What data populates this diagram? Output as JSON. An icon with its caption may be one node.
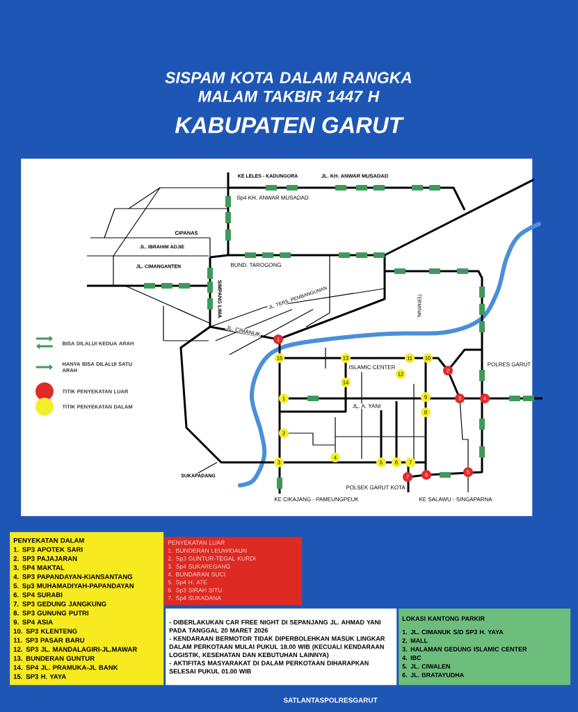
{
  "diagram": {
    "title": "SISPAM KOTA DALAM RANGKA MALAM TAKBIR 1447 H",
    "nodes": [
      {
        "text": [],
        "shape": "box"
      },
      {
        "text": [
          "1"
        ],
        "in": 0
      },
      {
        "text": [
          "2"
        ],
        "in": 0
      },
      {
        "text": [
          "3"
        ],
        "in": 0
      },
      {
        "text": [
          "4"
        ],
        "in": 0
      },
      {
        "text": [
          "5"
        ],
        "in": 0
      },
      {
        "text": [
          "6"
        ],
        "in": 0
      },
      {
        "text": [
          "7"
        ],
        "in": 0
      },
      {
        "text": [
          "1"
        ],
        "in": 0
      },
      {
        "text": [
          "2"
        ],
        "in": 0
      },
      {
        "text": [
          "3"
        ],
        "in": 0
      },
      {
        "text": [
          "4"
        ],
        "in": 0
      },
      {
        "text": [
          "5"
        ],
        "in": 0
      },
      {
        "text": [
          "6"
        ],
        "in": 0
      },
      {
        "text": [
          "7"
        ],
        "in": 0
      },
      {
        "text": [
          "8"
        ],
        "in": 0
      },
      {
        "text": [
          "9"
        ],
        "in": 0
      },
      {
        "text": [
          "10"
        ],
        "in": 0
      },
      {
        "text": [
          "11"
        ],
        "in": 0
      },
      {
        "text": [
          "12"
        ],
        "in": 0
      },
      {
        "text": [
          "13"
        ],
        "in": 0
      },
      {
        "text": [
          "14"
        ],
        "in": 0
      },
      {
        "text": [
          "15"
        ],
        "in": 0
      },
      {
        "text": [
          "PENYEKATAN DALAM",
          "1. SP3 APOTEK SARI",
          "2. SP3 PAJAJARAN",
          "3. SP4 MAKTAL",
          "4. SP3 PAPANDAYAN-KIANSANTANG",
          "5. Sp3 MUHAMADIYAH-PAPANDAYAN",
          "6. SP4 SURABI",
          "7. SP3 GEDUNG JANGKUNG",
          "8. SP3 GUNUNG PUTRI",
          "9. SP4 ASIA",
          "10. SP3 KLENTENG",
          "11. SP3 PASAR BARU",
          "12. SP3 JL. MANDALAGIRI-JL.MAWAR",
          "13. BUNDERAN GUNTUR",
          "14. SP4 JL. PRAMUKA-JL BANK",
          "15. SP3 H. YAYA"
        ]
      },
      {
        "text": [
          "PENYEKATAN LUAR",
          "1. BUNDERAN LEUWIDAUN",
          "2. Sp3 GUNTUR-TEGAL KURDI",
          "3. Sp4 SUKAREGANG",
          "4. BUNDARAN SUCI",
          "5. Sp4 H. ATE",
          "6. Sp3 SIRAH SITU",
          "7. Sp4 SUKADANA"
        ]
      },
      {
        "text": [
          "- DIBERLAKUKAN CAR FREE NIGHT DI SEPANJANG JL. AHMAD YANI PADA TANGGAL 20 MARET 2026",
          "- KENDARAAN BERMOTOR TIDAK DIPERBOLEHKAN MASUK LINGKAR DALAM PERKOTAAN MULAI PUKUL 18.00 WIB (KECUALI KENDARAAN LOGISTIK, KESEHATAN DAN KEBUTUHAN LAINNYA)",
          "- AKTIFITAS MASYARAKAT DI DALAM PERKOTAAN DIHARAPKAN SELESAI PUKUL 01.00 WIB"
        ]
      },
      {
        "text": [
          "LOKASI KANTONG PARKIR",
          "1. JL. CIMANUK S/D SP3 H. YAYA",
          "2. MALL",
          "3. HALAMAN GEDUNG ISLAMIC CENTER",
          "4. IBC",
          "5. JL. CIWALEN",
          "6. JL. BRATAYUDHA"
        ]
      }
    ],
    "labels": [
      "KABUPATEN GARUT",
      "KE LELES - KADUNGORA",
      "JL. KH. ANWAR MUSADAD",
      "Sp4 KH. ANWAR MUSADAD",
      "CIPANAS",
      "JL. IBRAHIM ADJIE",
      "JL. CIMANGANTEN",
      "BUND. TAROGONG",
      "SIMPANG LIMA",
      "JL. TERS. PEMBANGUNAN",
      "TERMINAL",
      "SUKAPADANG",
      "JL. A. YANI",
      "POLRES GARUT",
      "ISLAMIC CENTER",
      "POLSEK GARUT KOTA",
      "KE CIKAJANG - PAMEUNGPEUK",
      "KE SALAWU - SINGAPARNA",
      "JL. CIMANUK",
      "SATLANTASPOLRESGARUT"
    ],
    "legend": [
      {
        "text": "BISA DILALUI KEDUA ARAH"
      },
      {
        "text": "HANYA BISA DILALUI SATU ARAH"
      },
      {
        "text": "TITIK PENYEKATAN LUAR",
        "color": "#e02b2b"
      },
      {
        "text": "TITIK PENYEKATAN DALAM",
        "color": "#f5ee2a"
      }
    ]
  }
}
